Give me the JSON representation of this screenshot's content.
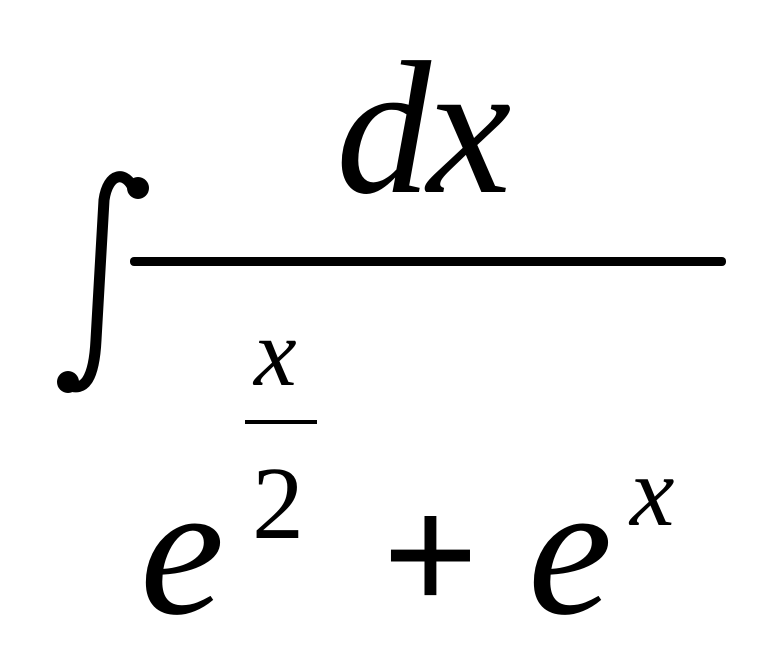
{
  "formula": {
    "integral_sign": "∫",
    "numerator": {
      "text": "dx"
    },
    "denominator": {
      "term1_base": "e",
      "term1_exponent_numerator": "x",
      "term1_exponent_denominator": "2",
      "operator": "+",
      "term2_base": "e",
      "term2_exponent": "x"
    }
  },
  "colors": {
    "ink": "#000000",
    "background": "#ffffff"
  }
}
